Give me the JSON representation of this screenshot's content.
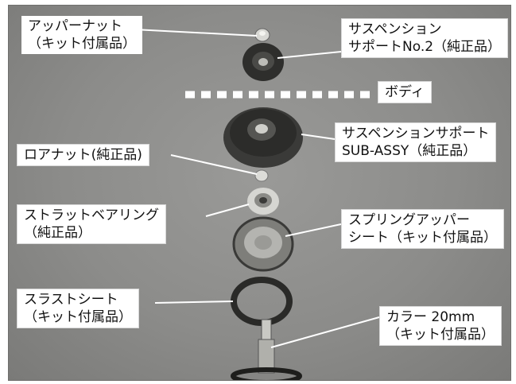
{
  "labels": {
    "upper_nut": [
      "アッパーナット",
      "（キット付属品）"
    ],
    "suspension_support_no2": [
      "サスペンション",
      "サポートNo.2（純正品）"
    ],
    "body": [
      "ボディ"
    ],
    "suspension_support_assy": [
      "サスペンションサポート",
      "SUB-ASSY（純正品）"
    ],
    "lower_nut": [
      "ロアナット(純正品)"
    ],
    "strut_bearing": [
      "ストラットベアリング",
      "（純正品）"
    ],
    "spring_upper_seat": [
      "スプリングアッパー",
      "シート（キット付属品）"
    ],
    "thrust_seat": [
      "スラストシート",
      "（キット付属品）"
    ],
    "collar": [
      "カラー 20mm",
      "（キット付属品）"
    ]
  },
  "colors": {
    "background": "#8c8c8a",
    "parts_dark": "#2e2e2c",
    "parts_light": "#cfcfca",
    "body_divider": "#ffffff",
    "leader_line": "#ffffff"
  }
}
